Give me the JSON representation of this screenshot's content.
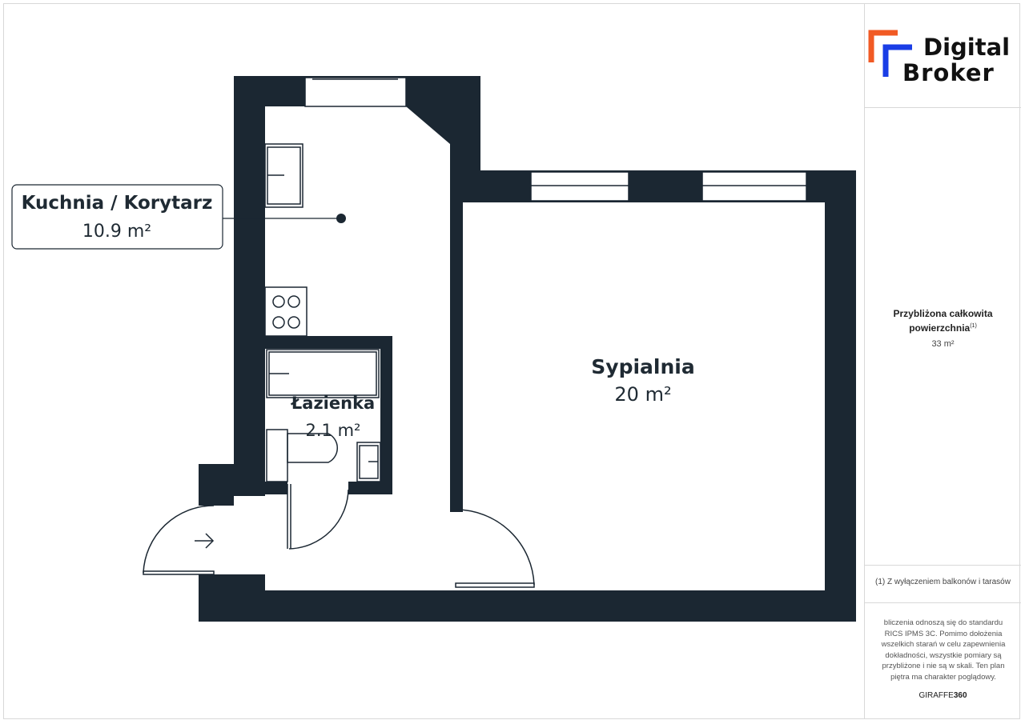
{
  "brand": {
    "logo_line1": "Digital",
    "logo_line2": "Broker",
    "colors": {
      "orange": "#f15a24",
      "blue": "#1a3ee6",
      "wall": "#1b2732"
    }
  },
  "rooms": {
    "kitchen": {
      "name": "Kuchnia / Korytarz",
      "area": "10.9 m²"
    },
    "bedroom": {
      "name": "Sypialnia",
      "area": "20 m²"
    },
    "bathroom": {
      "name": "Łazienka",
      "area": "2.1 m²"
    }
  },
  "summary": {
    "total_label_line1": "Przybliżona całkowita",
    "total_label_line2": "powierzchnia",
    "total_label_sup": "(1)",
    "total_value": "33 m²",
    "footnote": "(1) Z wyłączeniem balkonów i tarasów",
    "disclaimer": "bliczenia odnoszą się do standardu RICS IPMS 3C. Pomimo dołożenia wszelkich starań w celu zapewnienia dokładności, wszystkie pomiary są przybliżone i nie są w skali. Ten plan piętra ma charakter poglądowy.",
    "provider_light": "GIRAFFE",
    "provider_bold": "360"
  }
}
